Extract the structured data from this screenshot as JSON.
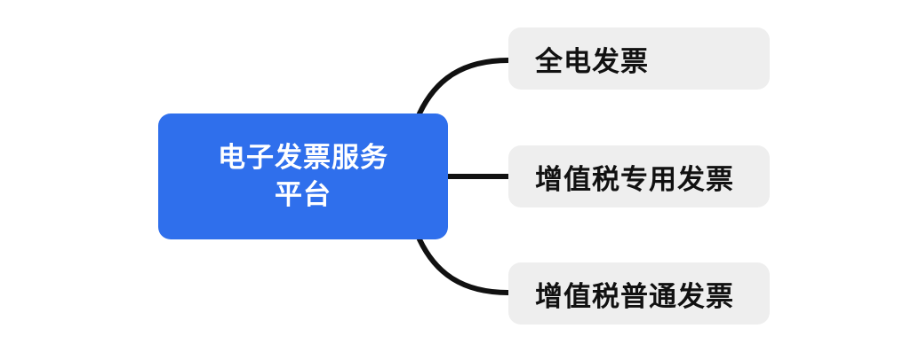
{
  "diagram": {
    "root": {
      "label_line1": "电子发票服务",
      "label_line2": "平台",
      "color": "#2f6fec"
    },
    "branches": [
      {
        "label": "全电发票"
      },
      {
        "label": "增值税专用发票"
      },
      {
        "label": "增值税普通发票"
      }
    ],
    "branch_color": "#eeeeee",
    "connector_color": "#111111"
  }
}
